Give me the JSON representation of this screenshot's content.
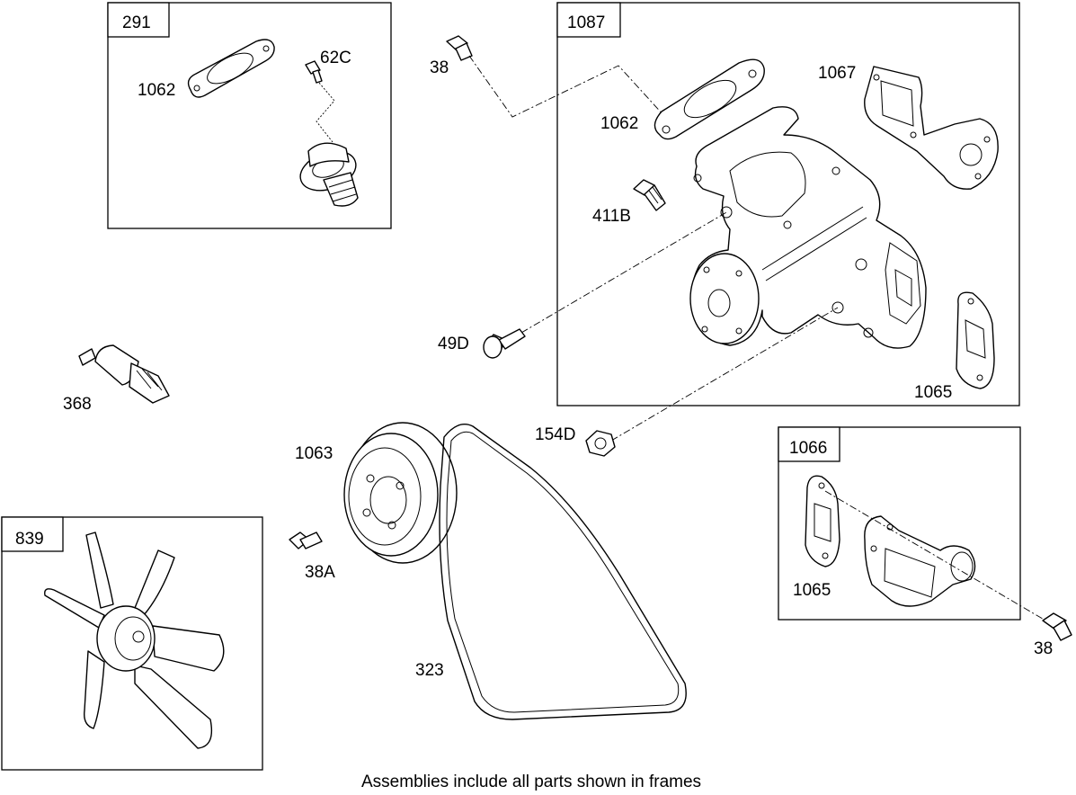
{
  "frames": [
    {
      "id": "291"
    },
    {
      "id": "1087"
    },
    {
      "id": "1066"
    },
    {
      "id": "839"
    }
  ],
  "labels": {
    "f291_1062": "1062",
    "f291_62c": "62C",
    "p38_top": "38",
    "f1087_1062": "1062",
    "f1087_1067": "1067",
    "f1087_411b": "411B",
    "f1087_1065": "1065",
    "p49d": "49D",
    "p368": "368",
    "p154d": "154D",
    "p1063": "1063",
    "p38a": "38A",
    "p323": "323",
    "f1066_1065": "1065",
    "p38_right": "38"
  },
  "footer": "Assemblies include all parts shown in frames"
}
